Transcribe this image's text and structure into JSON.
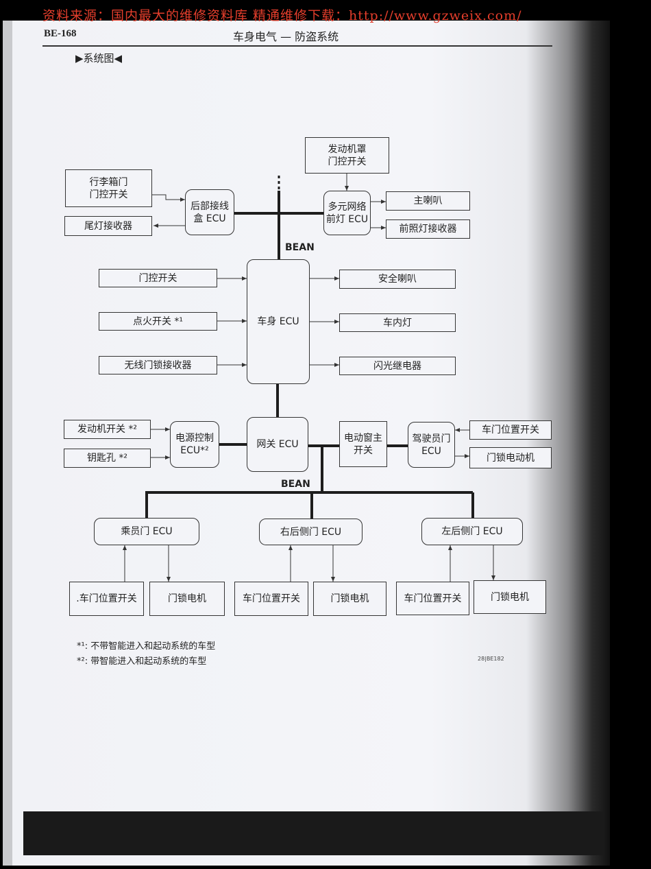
{
  "watermark": "资料来源：国内最大的维修资料库 精通维修下载：http://www.gzweix.com/",
  "header": {
    "page": "BE-168",
    "title": "车身电气 — 防盗系统"
  },
  "section_title": "▶系统图◀",
  "diagram": {
    "bean_top": "BEAN",
    "bean_bottom": "BEAN",
    "boxes": {
      "trunk_switch": "行李箱门\n门控开关",
      "tail_receiver": "尾灯接收器",
      "rear_junction": "后部接线\n盒 ECU",
      "hood_switch": "发动机罩\n门控开关",
      "mplex_front": "多元网络\n前灯 ECU",
      "main_horn": "主喇叭",
      "headlight_receiver": "前照灯接收器",
      "door_switch": "门控开关",
      "ignition_switch": "点火开关 *¹",
      "wireless_receiver": "无线门锁接收器",
      "body_ecu": "车身 ECU",
      "security_horn": "安全喇叭",
      "interior_light": "车内灯",
      "flasher_relay": "闪光继电器",
      "engine_switch": "发动机开关 *²",
      "key_cylinder": "钥匙孔 *²",
      "power_ecu": "电源控制\nECU*²",
      "gateway_ecu": "网关 ECU",
      "window_master": "电动窗主\n开关",
      "driver_door_ecu": "驾驶员门\nECU",
      "driver_door_pos": "车门位置开关",
      "driver_lock_motor": "门锁电动机",
      "passenger_ecu": "乘员门 ECU",
      "rr_ecu": "右后侧门 ECU",
      "lr_ecu": "左后侧门 ECU",
      "p_door_pos": ".车门位置开关",
      "p_lock_motor": "门锁电机",
      "rr_door_pos": "车门位置开关",
      "rr_lock_motor": "门锁电机",
      "lr_door_pos": "车门位置开关",
      "lr_lock_motor": "门锁电机"
    }
  },
  "footnotes": {
    "note1": "*¹: 不带智能进入和起动系统的车型",
    "note2": "*²: 带智能进入和起动系统的车型"
  },
  "figure_code": "28|BE182"
}
